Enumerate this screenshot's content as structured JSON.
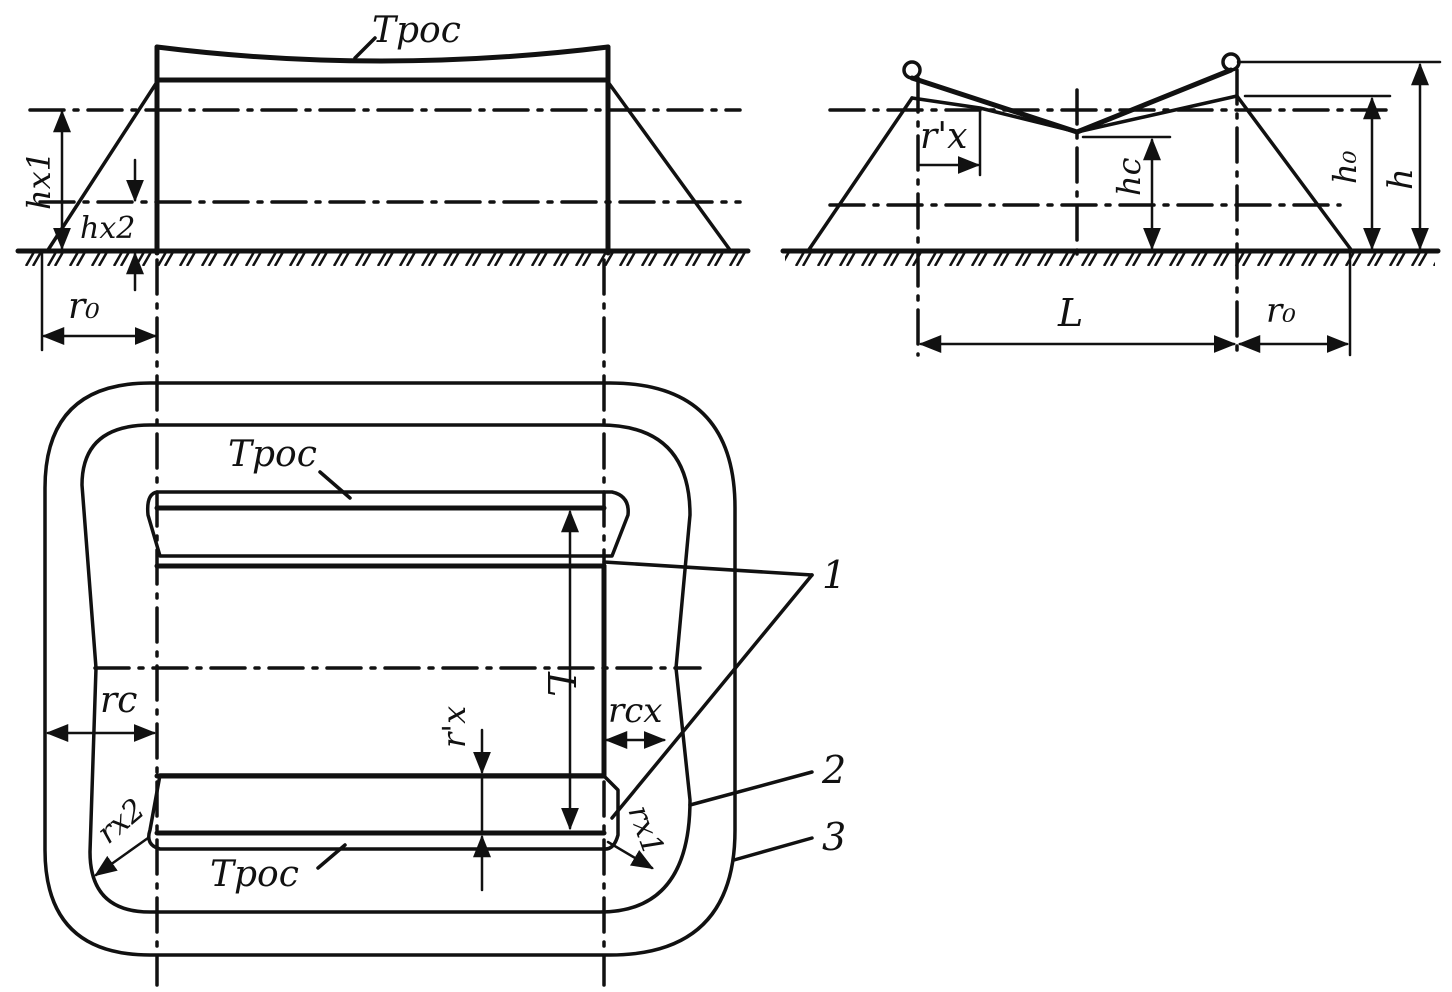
{
  "labels": {
    "cable": "Трос",
    "h_x1": "hx1",
    "h_x2": "hx2",
    "r_o": "r₀",
    "r_x_prime": "r'x",
    "h_c": "hc",
    "h_o": "h₀",
    "h": "h",
    "L": "L",
    "r_c": "rc",
    "r_cx": "rcx",
    "r_x2": "rx2",
    "r_x1": "rx1",
    "callout_1": "1",
    "callout_2": "2",
    "callout_3": "3"
  }
}
